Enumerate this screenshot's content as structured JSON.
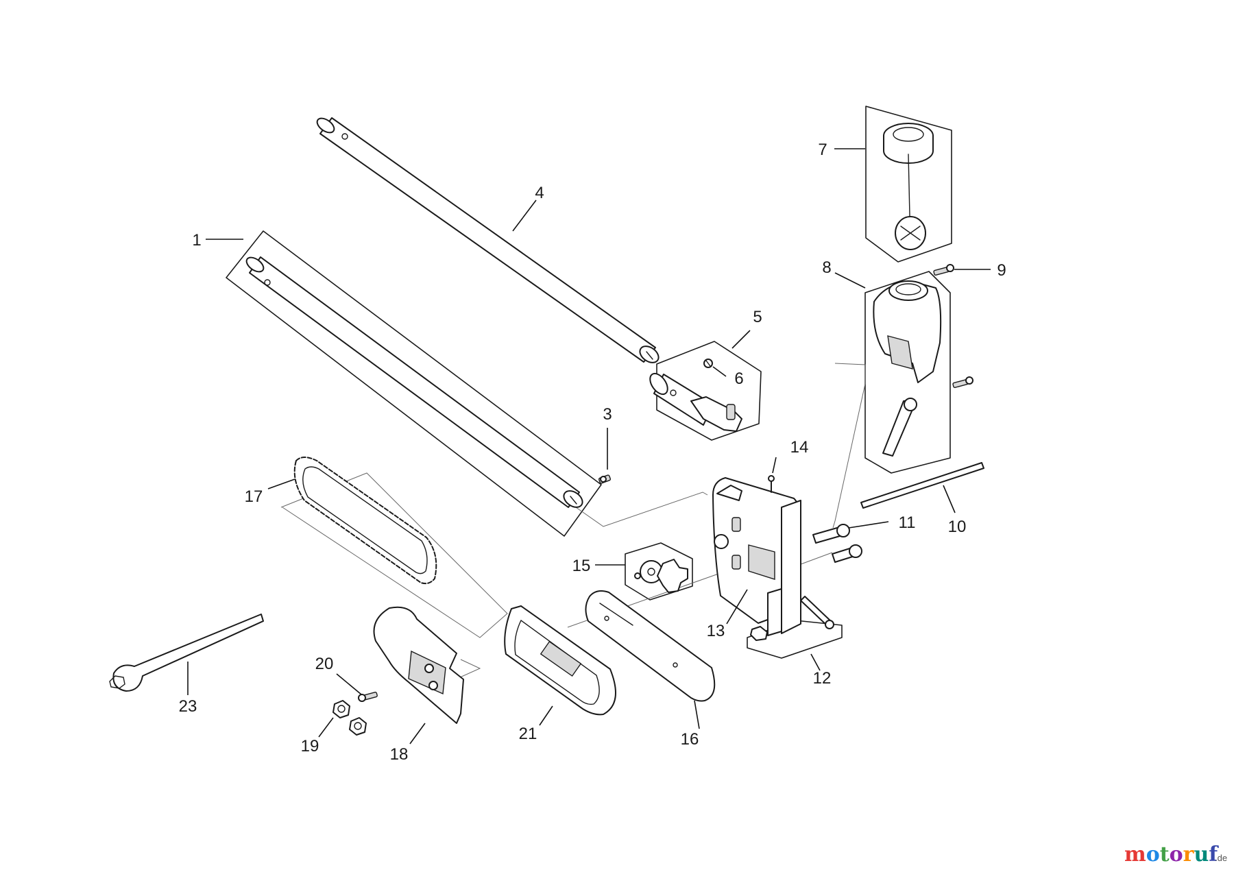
{
  "parts": [
    {
      "number": "1"
    },
    {
      "number": "3"
    },
    {
      "number": "4"
    },
    {
      "number": "5"
    },
    {
      "number": "6"
    },
    {
      "number": "7"
    },
    {
      "number": "8"
    },
    {
      "number": "9"
    },
    {
      "number": "10"
    },
    {
      "number": "11"
    },
    {
      "number": "12"
    },
    {
      "number": "13"
    },
    {
      "number": "14"
    },
    {
      "number": "15"
    },
    {
      "number": "16"
    },
    {
      "number": "17"
    },
    {
      "number": "18"
    },
    {
      "number": "19"
    },
    {
      "number": "20"
    },
    {
      "number": "21"
    },
    {
      "number": "23"
    }
  ],
  "watermark": {
    "name": "motoruf",
    "suffix": ".de",
    "colors": [
      "#e53935",
      "#1e88e5",
      "#43a047",
      "#8e24aa",
      "#fb8c00",
      "#00897b",
      "#3949ab"
    ]
  },
  "colors": {
    "line": "#1a1a1a",
    "background": "#ffffff"
  }
}
